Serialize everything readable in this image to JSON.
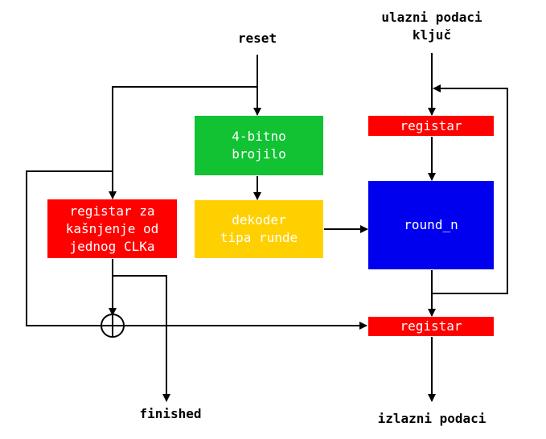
{
  "inputs": {
    "reset": "reset",
    "data_in": "ulazni podaci\nključ"
  },
  "outputs": {
    "finished": "finished",
    "data_out": "izlazni podaci"
  },
  "blocks": {
    "counter": {
      "text": "4-bitno\nbrojilo",
      "color": "#11c233",
      "text_color": "#ffffff"
    },
    "decoder": {
      "text": "dekoder\ntipa runde",
      "color": "#ffd000",
      "text_color": "#ffffff"
    },
    "delay_register": {
      "text": "registar za\nkašnjenje od\njednog CLKa",
      "color": "#ff0000",
      "text_color": "#ffffff"
    },
    "key_register": {
      "text": "registar",
      "color": "#ff0000",
      "text_color": "#ffffff"
    },
    "round": {
      "text": "round_n",
      "color": "#0000ee",
      "text_color": "#ffffff"
    },
    "output_register": {
      "text": "registar",
      "color": "#ff0000",
      "text_color": "#ffffff"
    }
  },
  "xor_symbol": "xor-gate"
}
